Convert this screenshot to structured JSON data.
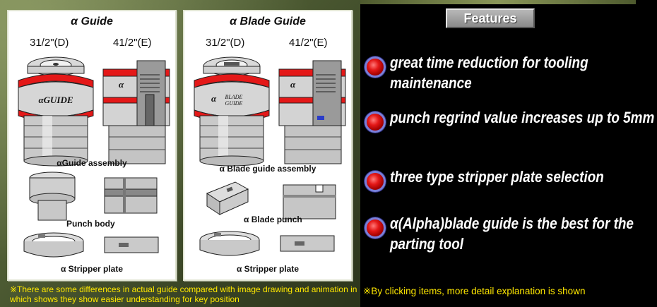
{
  "guide_panel": {
    "title": "α Guide",
    "size_d": "31/2\"(D)",
    "size_e": "41/2\"(E)",
    "engraving": "GUIDE",
    "engraving_alpha": "α",
    "assembly_caption": "αGuide assembly",
    "punch_caption": "Punch body",
    "stripper_caption": "α  Stripper  plate"
  },
  "blade_panel": {
    "title": "α Blade Guide",
    "size_d": "31/2\"(D)",
    "size_e": "41/2\"(E)",
    "engraving_line1": "BLADE",
    "engraving_line2": "GUIDE",
    "engraving_alpha": "α",
    "assembly_caption": "α Blade guide assembly",
    "punch_caption": "α Blade punch",
    "stripper_caption": "α  Stripper  plate"
  },
  "features": {
    "header": "Features",
    "items": [
      {
        "text": "great time reduction for tooling maintenance"
      },
      {
        "text": "punch regrind value increases up to 5mm"
      },
      {
        "text": "three type stripper plate selection"
      },
      {
        "text": "α(Alpha)blade guide is the best for the parting tool"
      }
    ]
  },
  "notes": {
    "left": "※There are some differences in actual guide compared with image drawing and animation in which shows they show easier understanding for key position",
    "right": "※By clicking items, more detail explanation is shown"
  },
  "colors": {
    "accent_red": "#e41818",
    "note_yellow": "#ffe800",
    "bullet_ring": "#7a7fd8"
  }
}
